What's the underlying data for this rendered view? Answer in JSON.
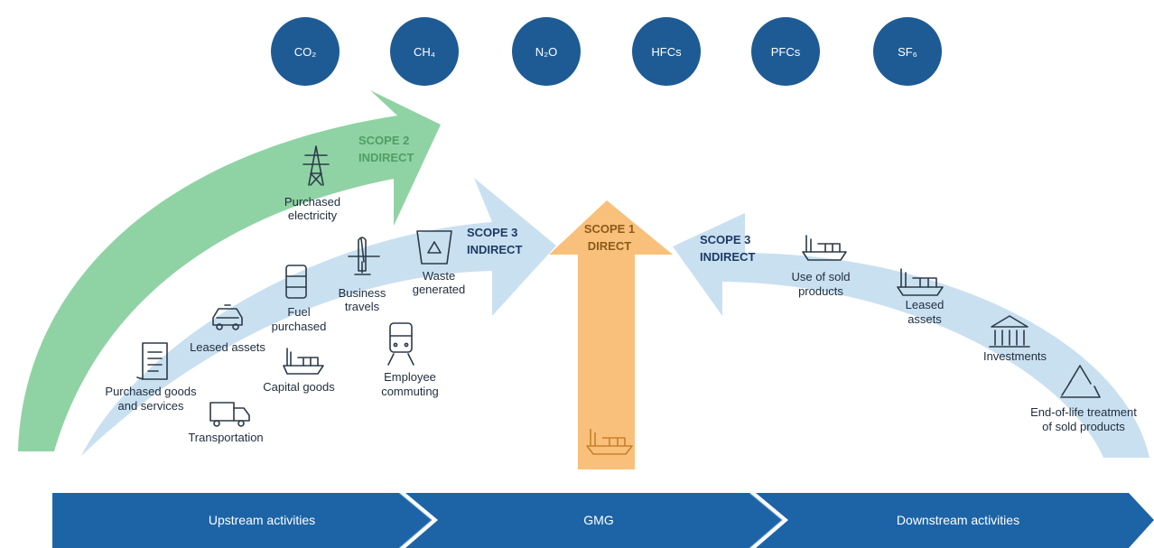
{
  "gases": [
    "CO₂",
    "CH₄",
    "N₂O",
    "HFCs",
    "PFCs",
    "SF₆"
  ],
  "scope2": {
    "line1": "SCOPE 2",
    "line2": "INDIRECT"
  },
  "scope3_up": {
    "line1": "SCOPE 3",
    "line2": "INDIRECT"
  },
  "scope1": {
    "line1": "SCOPE 1",
    "line2": "DIRECT"
  },
  "scope3_down": {
    "line1": "SCOPE 3",
    "line2": "INDIRECT"
  },
  "upstream_items": {
    "purchased_electricity": [
      "Purchased",
      "electricity"
    ],
    "waste_generated": [
      "Waste",
      "generated"
    ],
    "business_travels": [
      "Business",
      "travels"
    ],
    "fuel_purchased": [
      "Fuel",
      "purchased"
    ],
    "leased_assets": "Leased assets",
    "capital_goods": "Capital goods",
    "employee_commuting": [
      "Employee",
      "commuting"
    ],
    "purchased_goods": [
      "Purchased goods",
      "and services"
    ],
    "transportation": "Transportation"
  },
  "downstream_items": {
    "use_of_sold_products": [
      "Use of sold",
      "products"
    ],
    "leased_assets": [
      "Leased",
      "assets"
    ],
    "investments": "Investments",
    "end_of_life": [
      "End-of-life treatment",
      "of sold products"
    ]
  },
  "band": {
    "upstream": "Upstream activities",
    "center": "GMG",
    "downstream": "Downstream activities"
  },
  "colors": {
    "gas_circle": "#1e5b94",
    "scope2_arrow": "#8fd3a4",
    "scope3_arrow": "#c9e0f1",
    "scope1_arrow": "#f9c07b",
    "band": "#1d64a6"
  }
}
